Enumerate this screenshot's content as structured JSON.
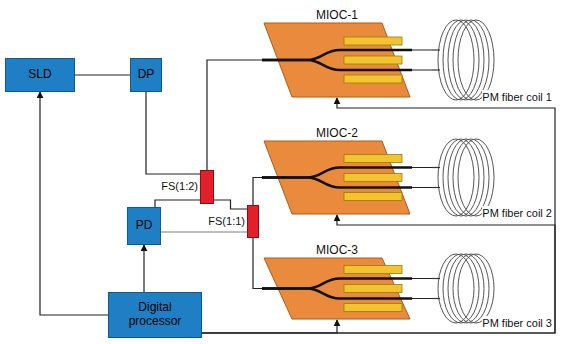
{
  "diagram": {
    "nodes": [
      {
        "text": [
          "SLD"
        ]
      },
      {
        "text": [
          "DP"
        ]
      },
      {
        "text": [
          "FS(1:2)"
        ]
      },
      {
        "text": [
          "FS(1:1)"
        ]
      },
      {
        "text": [
          "PD"
        ]
      },
      {
        "text": [
          "Digital processor"
        ]
      },
      {
        "text": [
          "MIOC-1"
        ]
      },
      {
        "text": [
          "PM fiber coil 1"
        ]
      },
      {
        "text": [
          "MIOC-2"
        ]
      },
      {
        "text": [
          "PM fiber coil 2"
        ]
      },
      {
        "text": [
          "MIOC-3"
        ]
      },
      {
        "text": [
          "PM fiber coil 3"
        ]
      }
    ],
    "edges": [
      {
        "from": 0,
        "to": 1,
        "arrow": "none"
      },
      {
        "from": 1,
        "to": 2,
        "arrow": "none"
      },
      {
        "from": 4,
        "to": 2,
        "arrow": "none"
      },
      {
        "from": 4,
        "to": 3,
        "arrow": "none"
      },
      {
        "from": 2,
        "to": 3,
        "arrow": "none"
      },
      {
        "from": 2,
        "to": 6,
        "arrow": "none"
      },
      {
        "from": 3,
        "to": 8,
        "arrow": "none"
      },
      {
        "from": 3,
        "to": 10,
        "arrow": "none"
      },
      {
        "from": 6,
        "to": 7,
        "arrow": "none"
      },
      {
        "from": 8,
        "to": 9,
        "arrow": "none"
      },
      {
        "from": 10,
        "to": 11,
        "arrow": "none"
      },
      {
        "from": 5,
        "to": 0,
        "arrow": "to"
      },
      {
        "from": 5,
        "to": 4,
        "arrow": "to"
      },
      {
        "from": 5,
        "to": 6,
        "arrow": "to"
      },
      {
        "from": 5,
        "to": 8,
        "arrow": "to"
      },
      {
        "from": 5,
        "to": 10,
        "arrow": "to"
      }
    ]
  }
}
